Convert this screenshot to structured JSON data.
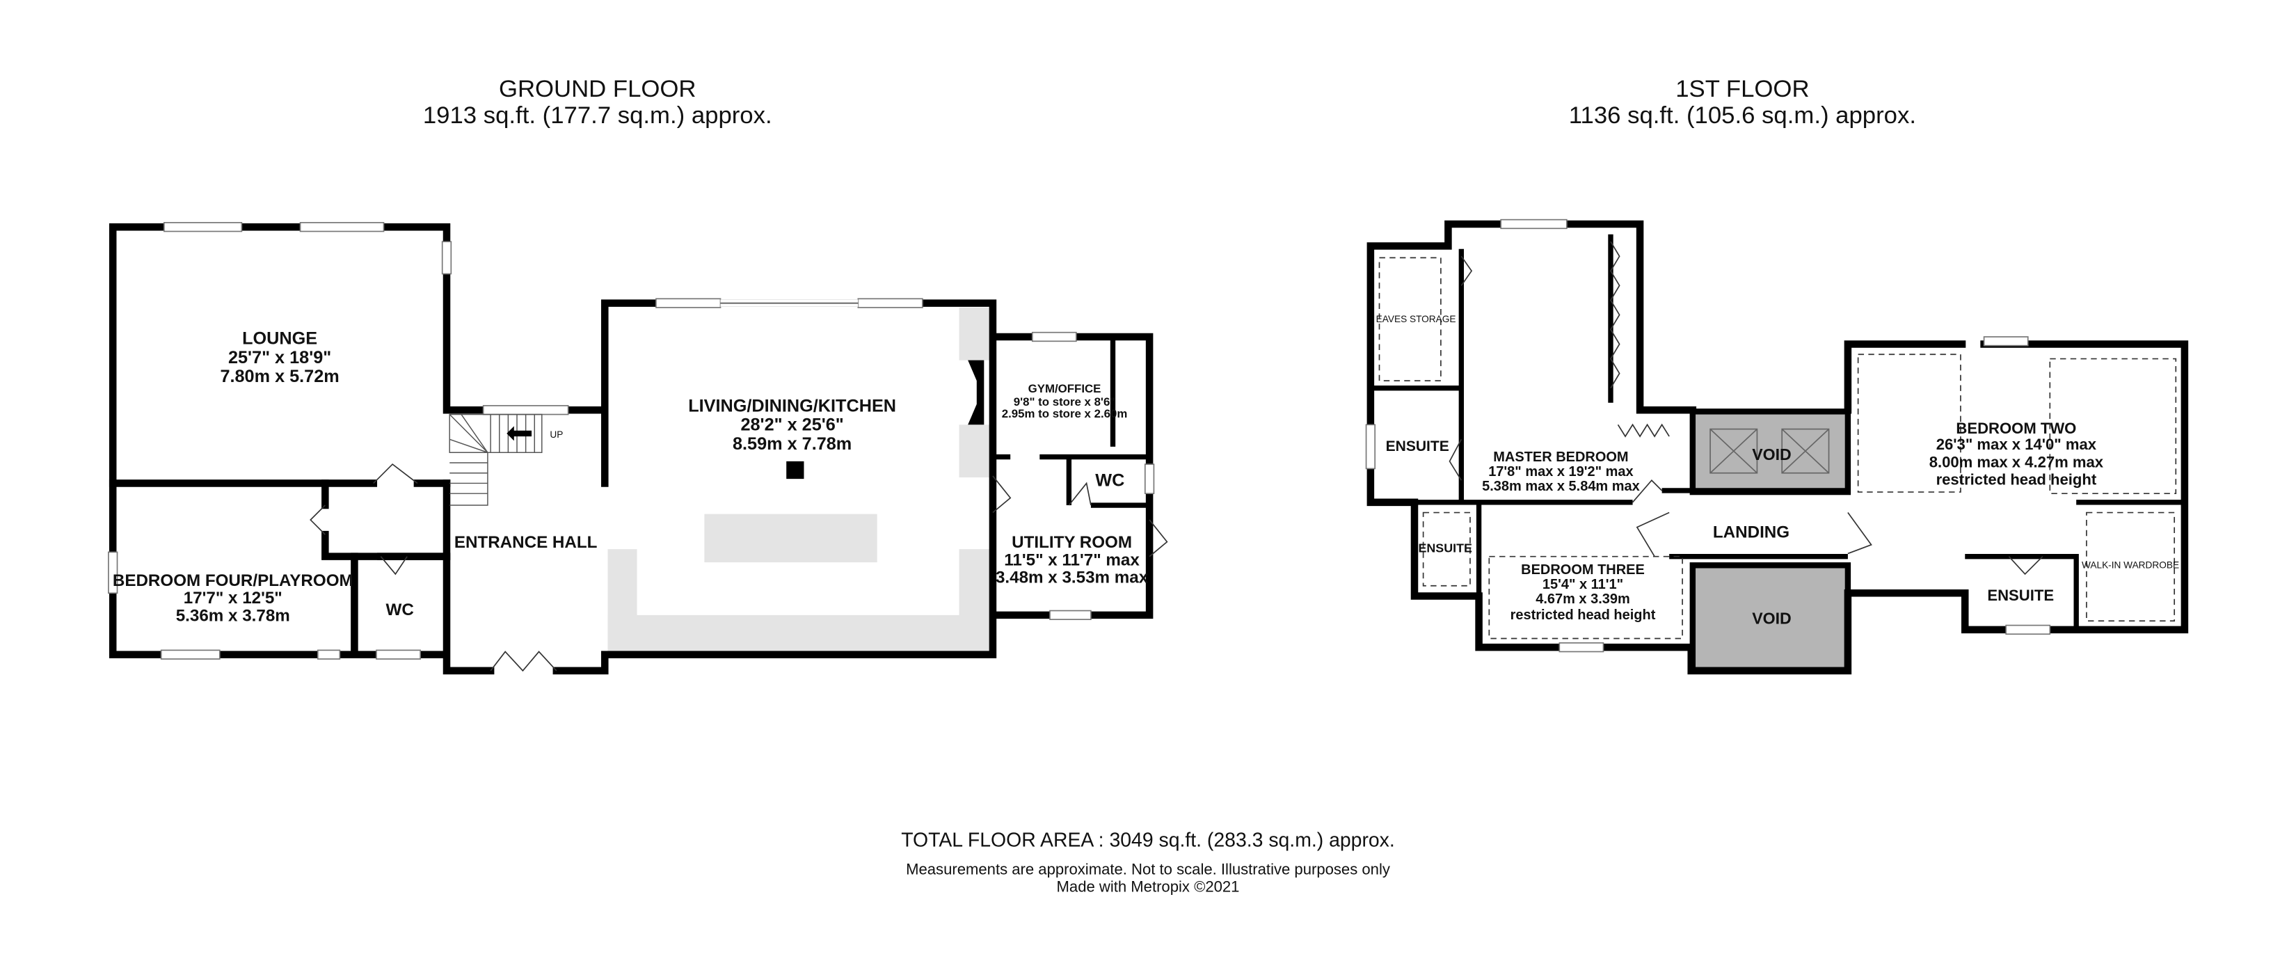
{
  "ground_floor": {
    "title": "GROUND FLOOR",
    "area": "1913 sq.ft. (177.7 sq.m.) approx.",
    "rooms": {
      "lounge": {
        "name": "LOUNGE",
        "imperial": "25'7\"  x 18'9\"",
        "metric": "7.80m  x 5.72m"
      },
      "ldk": {
        "name": "LIVING/DINING/KITCHEN",
        "imperial": "28'2\"  x 25'6\"",
        "metric": "8.59m  x 7.78m"
      },
      "gym": {
        "name": "GYM/OFFICE",
        "imperial": "9'8\" to store x 8'6\"",
        "metric": "2.95m to store x 2.60m"
      },
      "wc_small": {
        "name": "WC"
      },
      "utility": {
        "name": "UTILITY ROOM",
        "imperial": "11'5\"  x 11'7\" max",
        "metric": "3.48m  x 3.53m max"
      },
      "entrance": {
        "name": "ENTRANCE HALL"
      },
      "bedroom_four": {
        "name": "BEDROOM FOUR/PLAYROOM",
        "imperial": "17'7\"  x 12'5\"",
        "metric": "5.36m  x 3.78m"
      },
      "wc": {
        "name": "WC"
      },
      "stairs": {
        "label": "UP"
      }
    }
  },
  "first_floor": {
    "title": "1ST FLOOR",
    "area": "1136 sq.ft. (105.6 sq.m.) approx.",
    "rooms": {
      "eaves": {
        "name": "EAVES STORAGE"
      },
      "ensuite_master": {
        "name": "ENSUITE"
      },
      "master": {
        "name": "MASTER BEDROOM",
        "imperial": "17'8\" max x 19'2\" max",
        "metric": "5.38m max x 5.84m max"
      },
      "void_top": {
        "name": "VOID"
      },
      "landing": {
        "name": "LANDING"
      },
      "void_bottom": {
        "name": "VOID"
      },
      "ensuite_three": {
        "name": "ENSUITE"
      },
      "bedroom_three": {
        "name": "BEDROOM THREE",
        "imperial": "15'4\"  x 11'1\"",
        "metric": "4.67m  x 3.39m",
        "note": "restricted head height"
      },
      "bedroom_two": {
        "name": "BEDROOM TWO",
        "imperial": "26'3\" max x 14'0\" max",
        "metric": "8.00m max x 4.27m max",
        "note": "restricted head height"
      },
      "walkin": {
        "name": "WALK-IN WARDROBE"
      },
      "ensuite_two": {
        "name": "ENSUITE"
      }
    }
  },
  "footer": {
    "total": "TOTAL FLOOR AREA : 3049 sq.ft. (283.3 sq.m.) approx.",
    "disclaimer": "Measurements are approximate.  Not to scale.  Illustrative purposes only",
    "credit": "Made with Metropix ©2021"
  },
  "colors": {
    "wall": "#000000",
    "void": "#b5b5b5",
    "counter": "#e4e4e4"
  }
}
